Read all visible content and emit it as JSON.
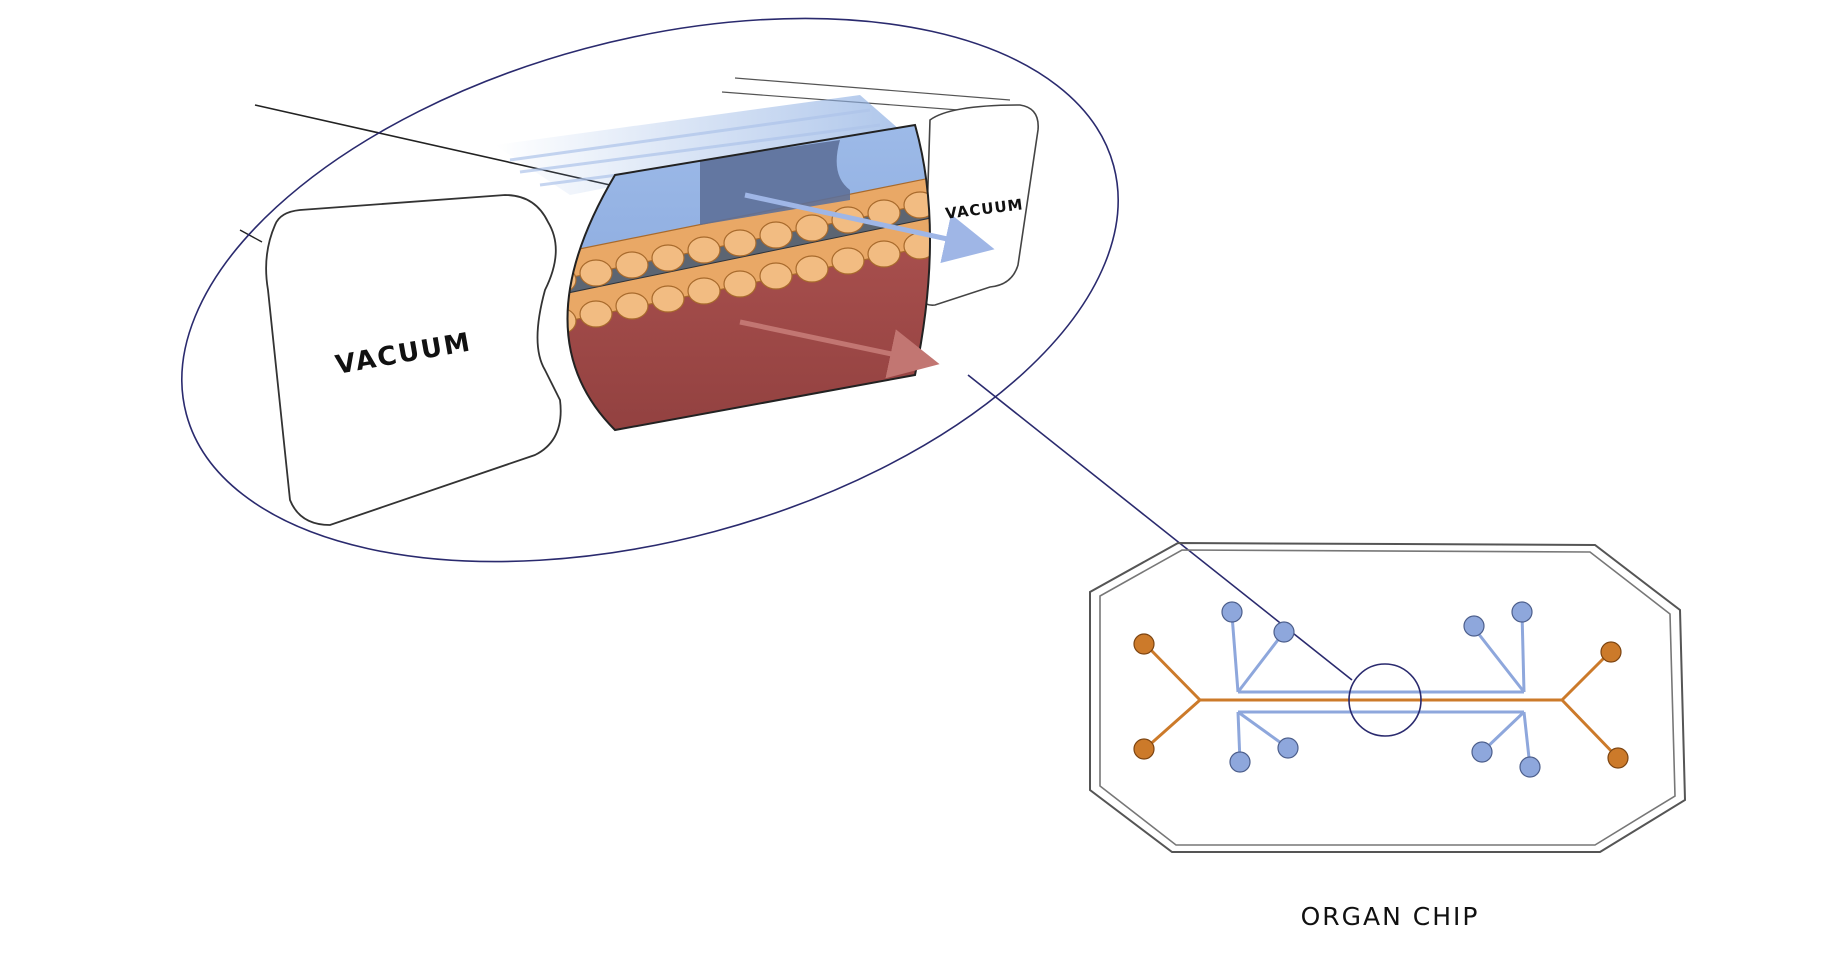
{
  "labels": {
    "vacuum_left": "VACUUM",
    "vacuum_right": "VACUUM",
    "chip": "ORGAN CHIP"
  },
  "colors": {
    "air_channel": "#8fb0e3",
    "air_dark": "#5d7099",
    "blood_channel": "#a44e4c",
    "blood_light": "#c27672",
    "cells": "#e9a866",
    "cells_edge": "#a86a2c",
    "membrane": "#5c6572",
    "blue_channel": "#8ea7dc",
    "orange_channel": "#cc7a2a",
    "outline": "#333333",
    "callout": "#2a2a6e"
  }
}
